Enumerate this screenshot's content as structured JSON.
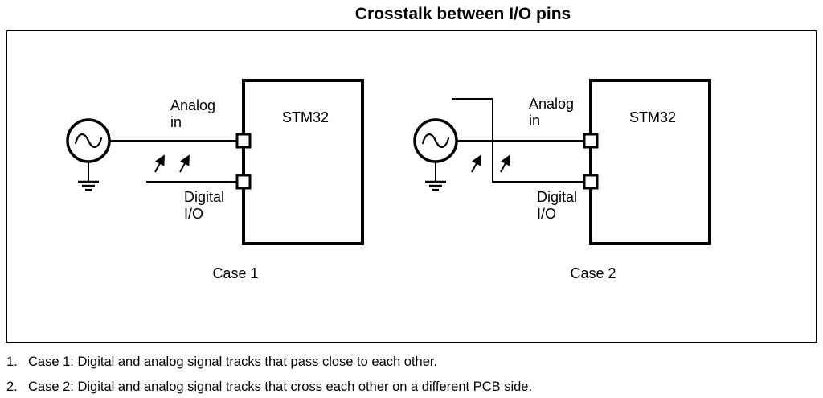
{
  "title": "Crosstalk between I/O pins",
  "diagram": {
    "case1": {
      "chip_label": "STM32",
      "analog_label_line1": "Analog",
      "analog_label_line2": "in",
      "digital_label_line1": "Digital",
      "digital_label_line2": "I/O",
      "caption": "Case 1"
    },
    "case2": {
      "chip_label": "STM32",
      "analog_label_line1": "Analog",
      "analog_label_line2": "in",
      "digital_label_line1": "Digital",
      "digital_label_line2": "I/O",
      "caption": "Case 2"
    }
  },
  "notes": [
    {
      "number": "1.",
      "text": "Case 1: Digital and analog signal tracks that pass close to each other."
    },
    {
      "number": "2.",
      "text": "Case 2: Digital and analog signal tracks that cross each other on a different PCB side."
    }
  ],
  "colors": {
    "ink": "#000000",
    "background": "#ffffff"
  }
}
